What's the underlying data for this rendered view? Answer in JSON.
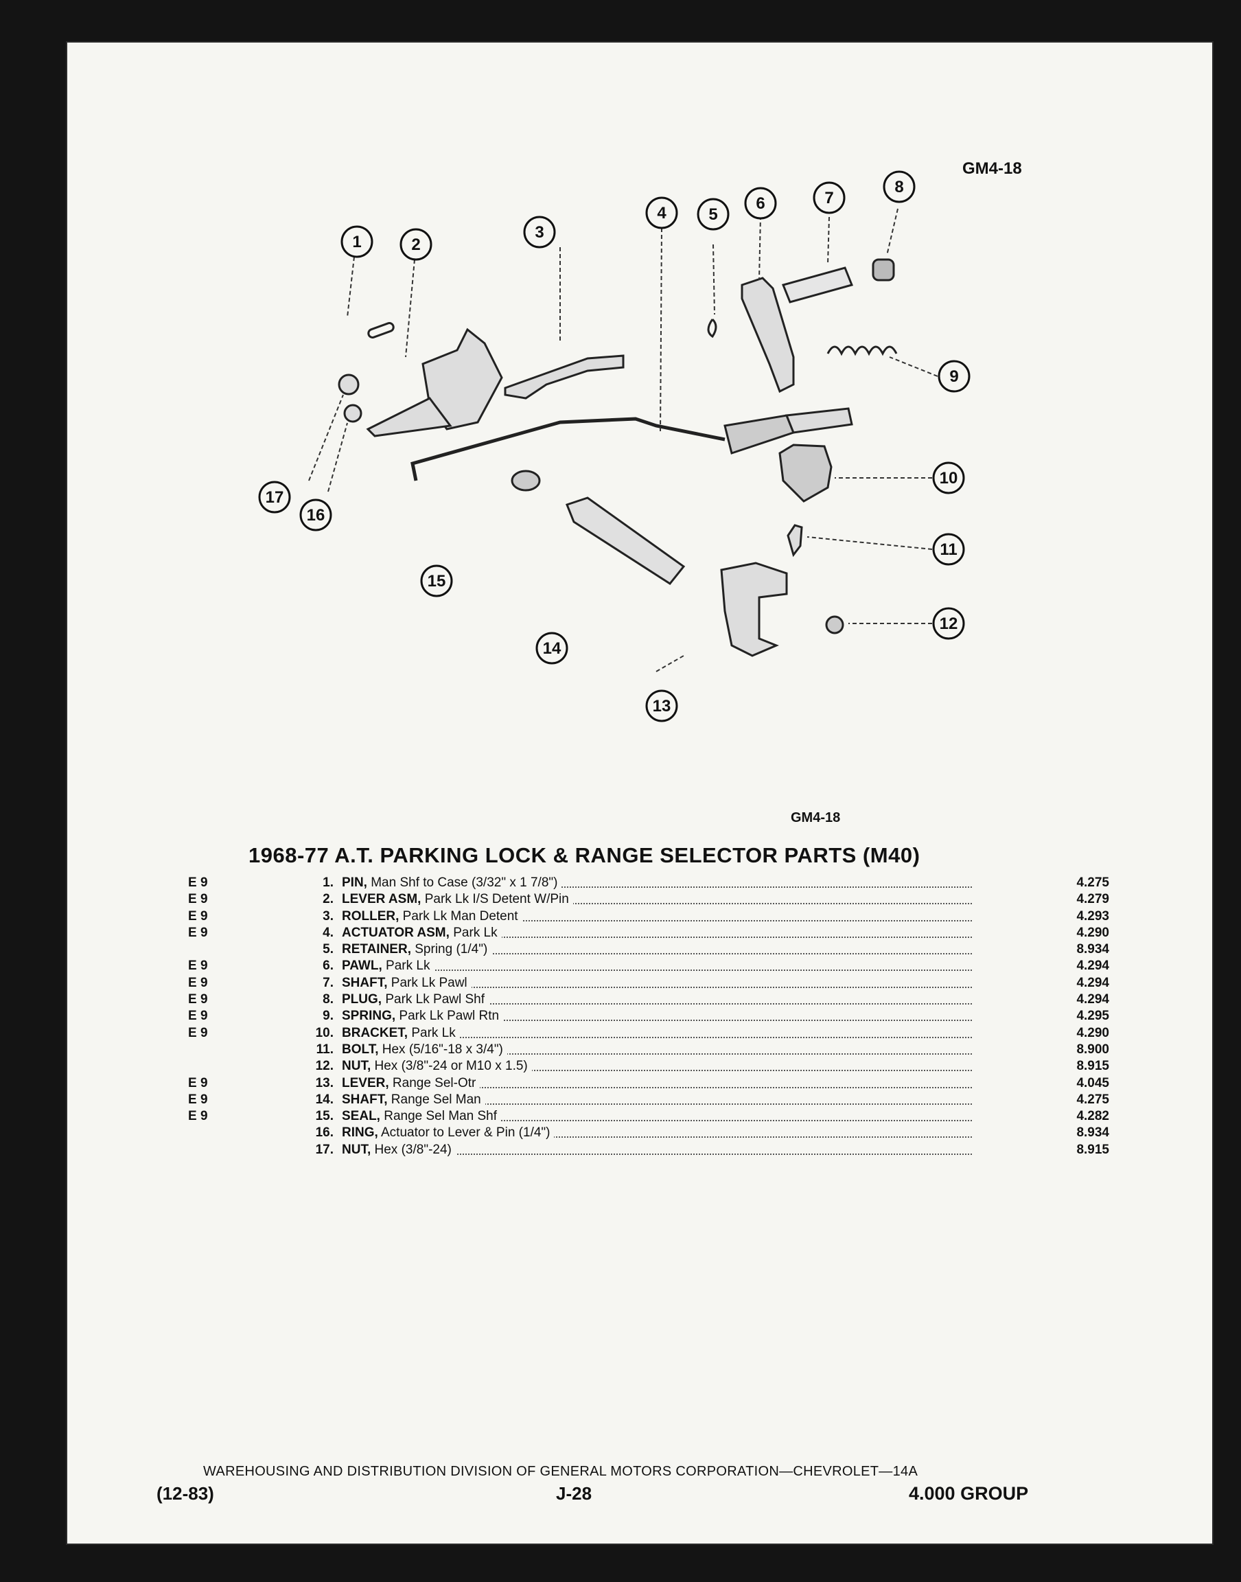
{
  "figure": {
    "code_top": "GM4-18",
    "code_bottom": "GM4-18",
    "callouts": [
      "1",
      "2",
      "3",
      "4",
      "5",
      "6",
      "7",
      "8",
      "9",
      "10",
      "11",
      "12",
      "13",
      "14",
      "15",
      "16",
      "17"
    ]
  },
  "title": "1968-77 A.T. PARKING LOCK & RANGE SELECTOR PARTS (M40)",
  "parts": [
    {
      "code": "E 9",
      "num": "1.",
      "name": "PIN,",
      "desc": " Man Shf to Case (3/32\" x 1 7/8\")",
      "group": "4.275"
    },
    {
      "code": "E 9",
      "num": "2.",
      "name": "LEVER ASM,",
      "desc": " Park Lk I/S Detent W/Pin",
      "group": "4.279"
    },
    {
      "code": "E 9",
      "num": "3.",
      "name": "ROLLER,",
      "desc": " Park Lk Man Detent",
      "group": "4.293"
    },
    {
      "code": "E 9",
      "num": "4.",
      "name": "ACTUATOR ASM,",
      "desc": " Park Lk",
      "group": "4.290"
    },
    {
      "code": "",
      "num": "5.",
      "name": "RETAINER,",
      "desc": " Spring (1/4\")",
      "group": "8.934"
    },
    {
      "code": "E 9",
      "num": "6.",
      "name": "PAWL,",
      "desc": " Park Lk",
      "group": "4.294"
    },
    {
      "code": "E 9",
      "num": "7.",
      "name": "SHAFT,",
      "desc": " Park Lk Pawl",
      "group": "4.294"
    },
    {
      "code": "E 9",
      "num": "8.",
      "name": "PLUG,",
      "desc": " Park Lk Pawl Shf",
      "group": "4.294"
    },
    {
      "code": "E 9",
      "num": "9.",
      "name": "SPRING,",
      "desc": " Park Lk Pawl Rtn",
      "group": "4.295"
    },
    {
      "code": "E 9",
      "num": "10.",
      "name": "BRACKET,",
      "desc": " Park Lk",
      "group": "4.290"
    },
    {
      "code": "",
      "num": "11.",
      "name": "BOLT,",
      "desc": " Hex (5/16\"-18 x 3/4\")",
      "group": "8.900"
    },
    {
      "code": "",
      "num": "12.",
      "name": "NUT,",
      "desc": " Hex (3/8\"-24 or M10 x 1.5)",
      "group": "8.915"
    },
    {
      "code": "E 9",
      "num": "13.",
      "name": "LEVER,",
      "desc": " Range Sel-Otr",
      "group": "4.045"
    },
    {
      "code": "E 9",
      "num": "14.",
      "name": "SHAFT,",
      "desc": " Range Sel Man",
      "group": "4.275"
    },
    {
      "code": "E 9",
      "num": "15.",
      "name": "SEAL,",
      "desc": " Range Sel Man Shf",
      "group": "4.282"
    },
    {
      "code": "",
      "num": "16.",
      "name": "RING,",
      "desc": " Actuator to Lever & Pin (1/4\")",
      "group": "8.934"
    },
    {
      "code": "",
      "num": "17.",
      "name": "NUT,",
      "desc": " Hex (3/8\"-24)",
      "group": "8.915"
    }
  ],
  "footer": {
    "division": "WAREHOUSING AND DISTRIBUTION DIVISION OF GENERAL MOTORS CORPORATION—CHEVROLET—14A",
    "date": "(12-83)",
    "page": "J-28",
    "group": "4.000 GROUP"
  }
}
